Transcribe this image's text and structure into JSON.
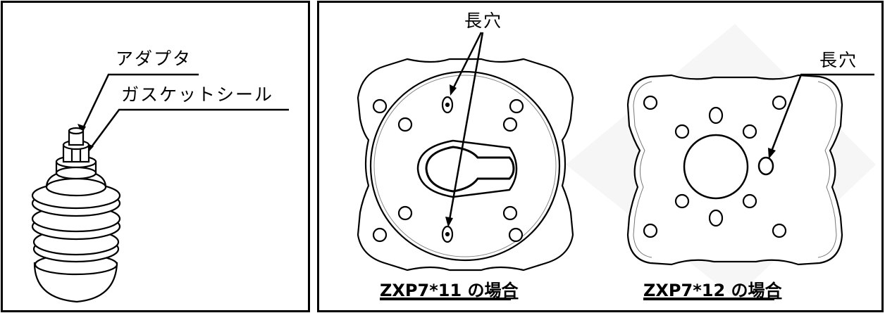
{
  "left_panel": {
    "labels": {
      "adapter": "アダプタ",
      "gasket_seal": "ガスケットシール"
    }
  },
  "right_panel": {
    "plate_11": {
      "slot_label": "長穴",
      "caption": "ZXP7*11 の場合"
    },
    "plate_12": {
      "slot_label": "長穴",
      "caption": "ZXP7*12 の場合"
    }
  }
}
